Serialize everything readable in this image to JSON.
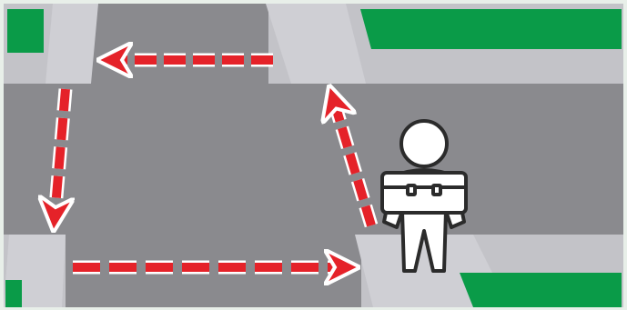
{
  "diagram": {
    "colors": {
      "frame": "#e8efe9",
      "grass": "#0a9b48",
      "road": "#8a8a8e",
      "sidewalk": "#c3c3c8",
      "arrow": "#e52229",
      "arrow_outline": "#ffffff",
      "person_fill": "#ffffff",
      "person_stroke": "#2b2b2b"
    },
    "icons": {
      "pedestrian": "pedestrian-with-briefcase-icon"
    },
    "arrows": [
      {
        "name": "arrow-top-left",
        "direction": "left"
      },
      {
        "name": "arrow-left-down",
        "direction": "down"
      },
      {
        "name": "arrow-bottom-right",
        "direction": "right"
      },
      {
        "name": "arrow-right-up",
        "direction": "up"
      }
    ]
  }
}
